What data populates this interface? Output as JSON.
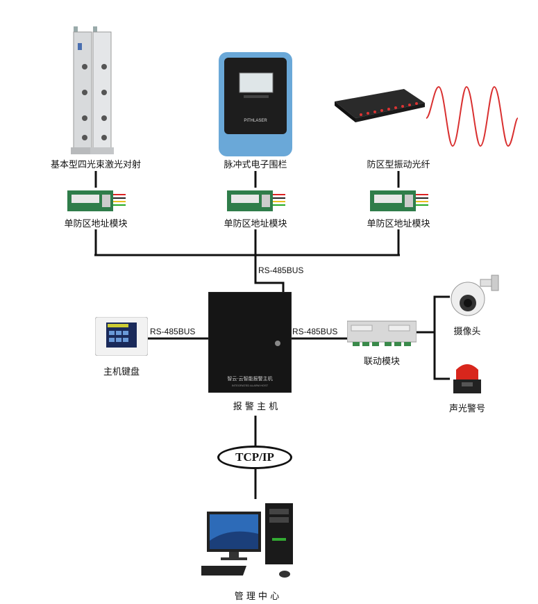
{
  "labels": {
    "laser_beam": "基本型四光束激光对射",
    "electric_fence": "脉冲式电子围栏",
    "vibration_fiber": "防区型振动光纤",
    "module_1": "单防区地址模块",
    "module_2": "单防区地址模块",
    "module_3": "单防区地址模块",
    "bus_top": "RS-485BUS",
    "bus_left": "RS-485BUS",
    "bus_right": "RS-485BUS",
    "keyboard": "主机键盘",
    "alarm_host": "报 警 主 机",
    "linkage_module": "联动模块",
    "camera": "摄像头",
    "siren": "声光警号",
    "tcp_ip": "TCP/IP",
    "management_center": "管 理 中 心"
  },
  "colors": {
    "line": "#111111",
    "fence_blue": "#6aa8d8",
    "host_black": "#151515",
    "module_green": "#2f7d4a",
    "wave_red": "#d93030",
    "siren_red": "#d8261c"
  }
}
